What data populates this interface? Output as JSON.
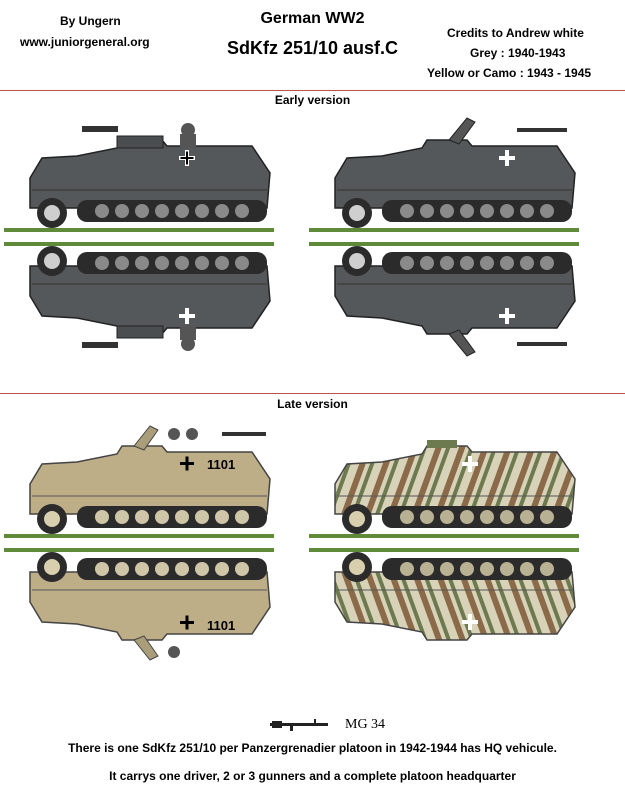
{
  "header": {
    "author": "By Ungern",
    "site": "www.juniorgeneral.org",
    "title_line1": "German WW2",
    "title_line2": "SdKfz 251/10 ausf.C",
    "credits": "Credits to Andrew white",
    "grey_scheme": "Grey : 1940-1943",
    "yellow_scheme": "Yellow or Camo : 1943 - 1945"
  },
  "sections": {
    "early_title": "Early version",
    "late_title": "Late version"
  },
  "markings": {
    "late_number": "1101"
  },
  "colors": {
    "divider": "#c0504d",
    "grey_body": "#55585a",
    "yellow_body": "#bdae88",
    "camo_base": "#d8d3b8",
    "camo_stripe": "#8a6a48",
    "camo_green": "#6d7a50",
    "track": "#2b2b2b",
    "base_green": "#5f8a3a"
  },
  "legend": {
    "mg_label": "MG 34"
  },
  "footer": {
    "note1": "There is one SdKfz 251/10 per Panzergrenadier platoon in 1942-1944 has HQ vehicule.",
    "note2": "It carrys one driver, 2 or 3 gunners and a complete platoon headquarter"
  }
}
